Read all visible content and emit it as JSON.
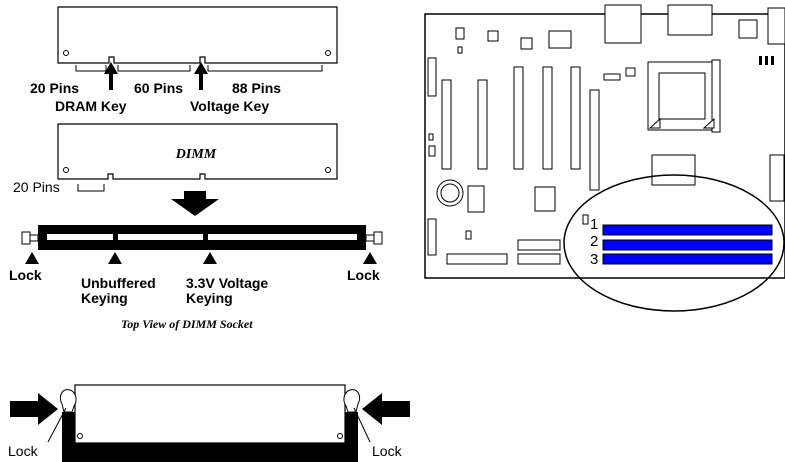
{
  "dimm_top": {
    "pins_left": "20 Pins",
    "pins_middle": "60 Pins",
    "pins_right": "88 Pins",
    "dram_key": "DRAM Key",
    "voltage_key": "Voltage Key"
  },
  "dimm_module": {
    "label": "DIMM",
    "pins_left": "20 Pins"
  },
  "socket": {
    "lock_left": "Lock",
    "lock_right": "Lock",
    "unbuffered_line1": "Unbuffered",
    "unbuffered_line2": "Keying",
    "voltage_line1": "3.3V Voltage",
    "voltage_line2": "Keying",
    "caption": "Top View of DIMM Socket"
  },
  "side_view": {
    "lock_left": "Lock",
    "lock_right": "Lock"
  },
  "motherboard": {
    "slot_numbers": [
      "1",
      "2",
      "3"
    ],
    "slot_color": "#0000ff"
  }
}
